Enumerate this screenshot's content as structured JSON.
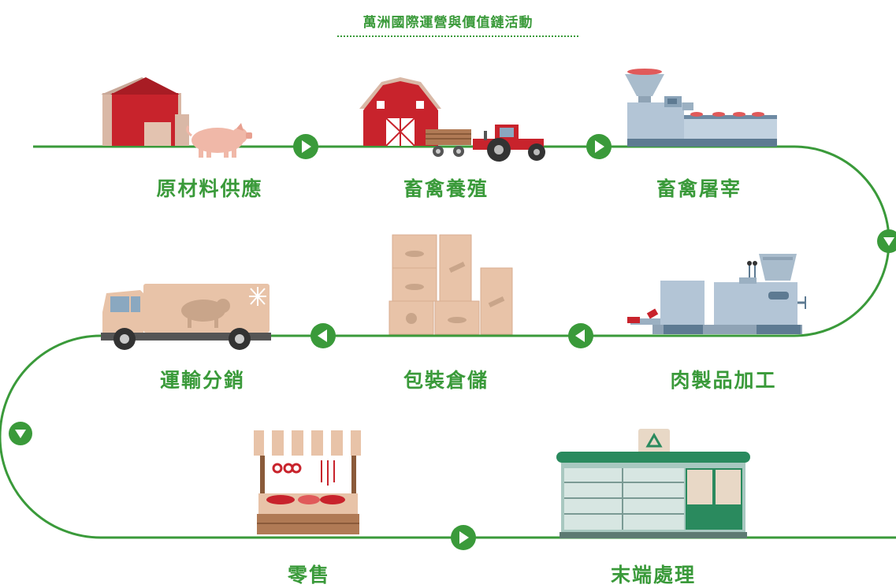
{
  "title": "萬洲國際運營與價值鏈活動",
  "colors": {
    "accent": "#3a9a3a",
    "barn": "#c8232c",
    "flesh": "#e8c3a8",
    "machine": "#b3c5d6",
    "store": "#2a8a5e"
  },
  "stages": [
    {
      "label": "原材料供應",
      "icon": "barn-and-pig-icon"
    },
    {
      "label": "畜禽養殖",
      "icon": "barn-and-tractor-icon"
    },
    {
      "label": "畜禽屠宰",
      "icon": "meat-grinder-conveyor-icon"
    },
    {
      "label": "肉製品加工",
      "icon": "meat-processing-machine-icon"
    },
    {
      "label": "包裝倉儲",
      "icon": "stacked-boxes-icon"
    },
    {
      "label": "運輸分銷",
      "icon": "refrigerated-truck-icon"
    },
    {
      "label": "零售",
      "icon": "market-stall-icon"
    },
    {
      "label": "末端處理",
      "icon": "recycling-store-icon"
    }
  ]
}
